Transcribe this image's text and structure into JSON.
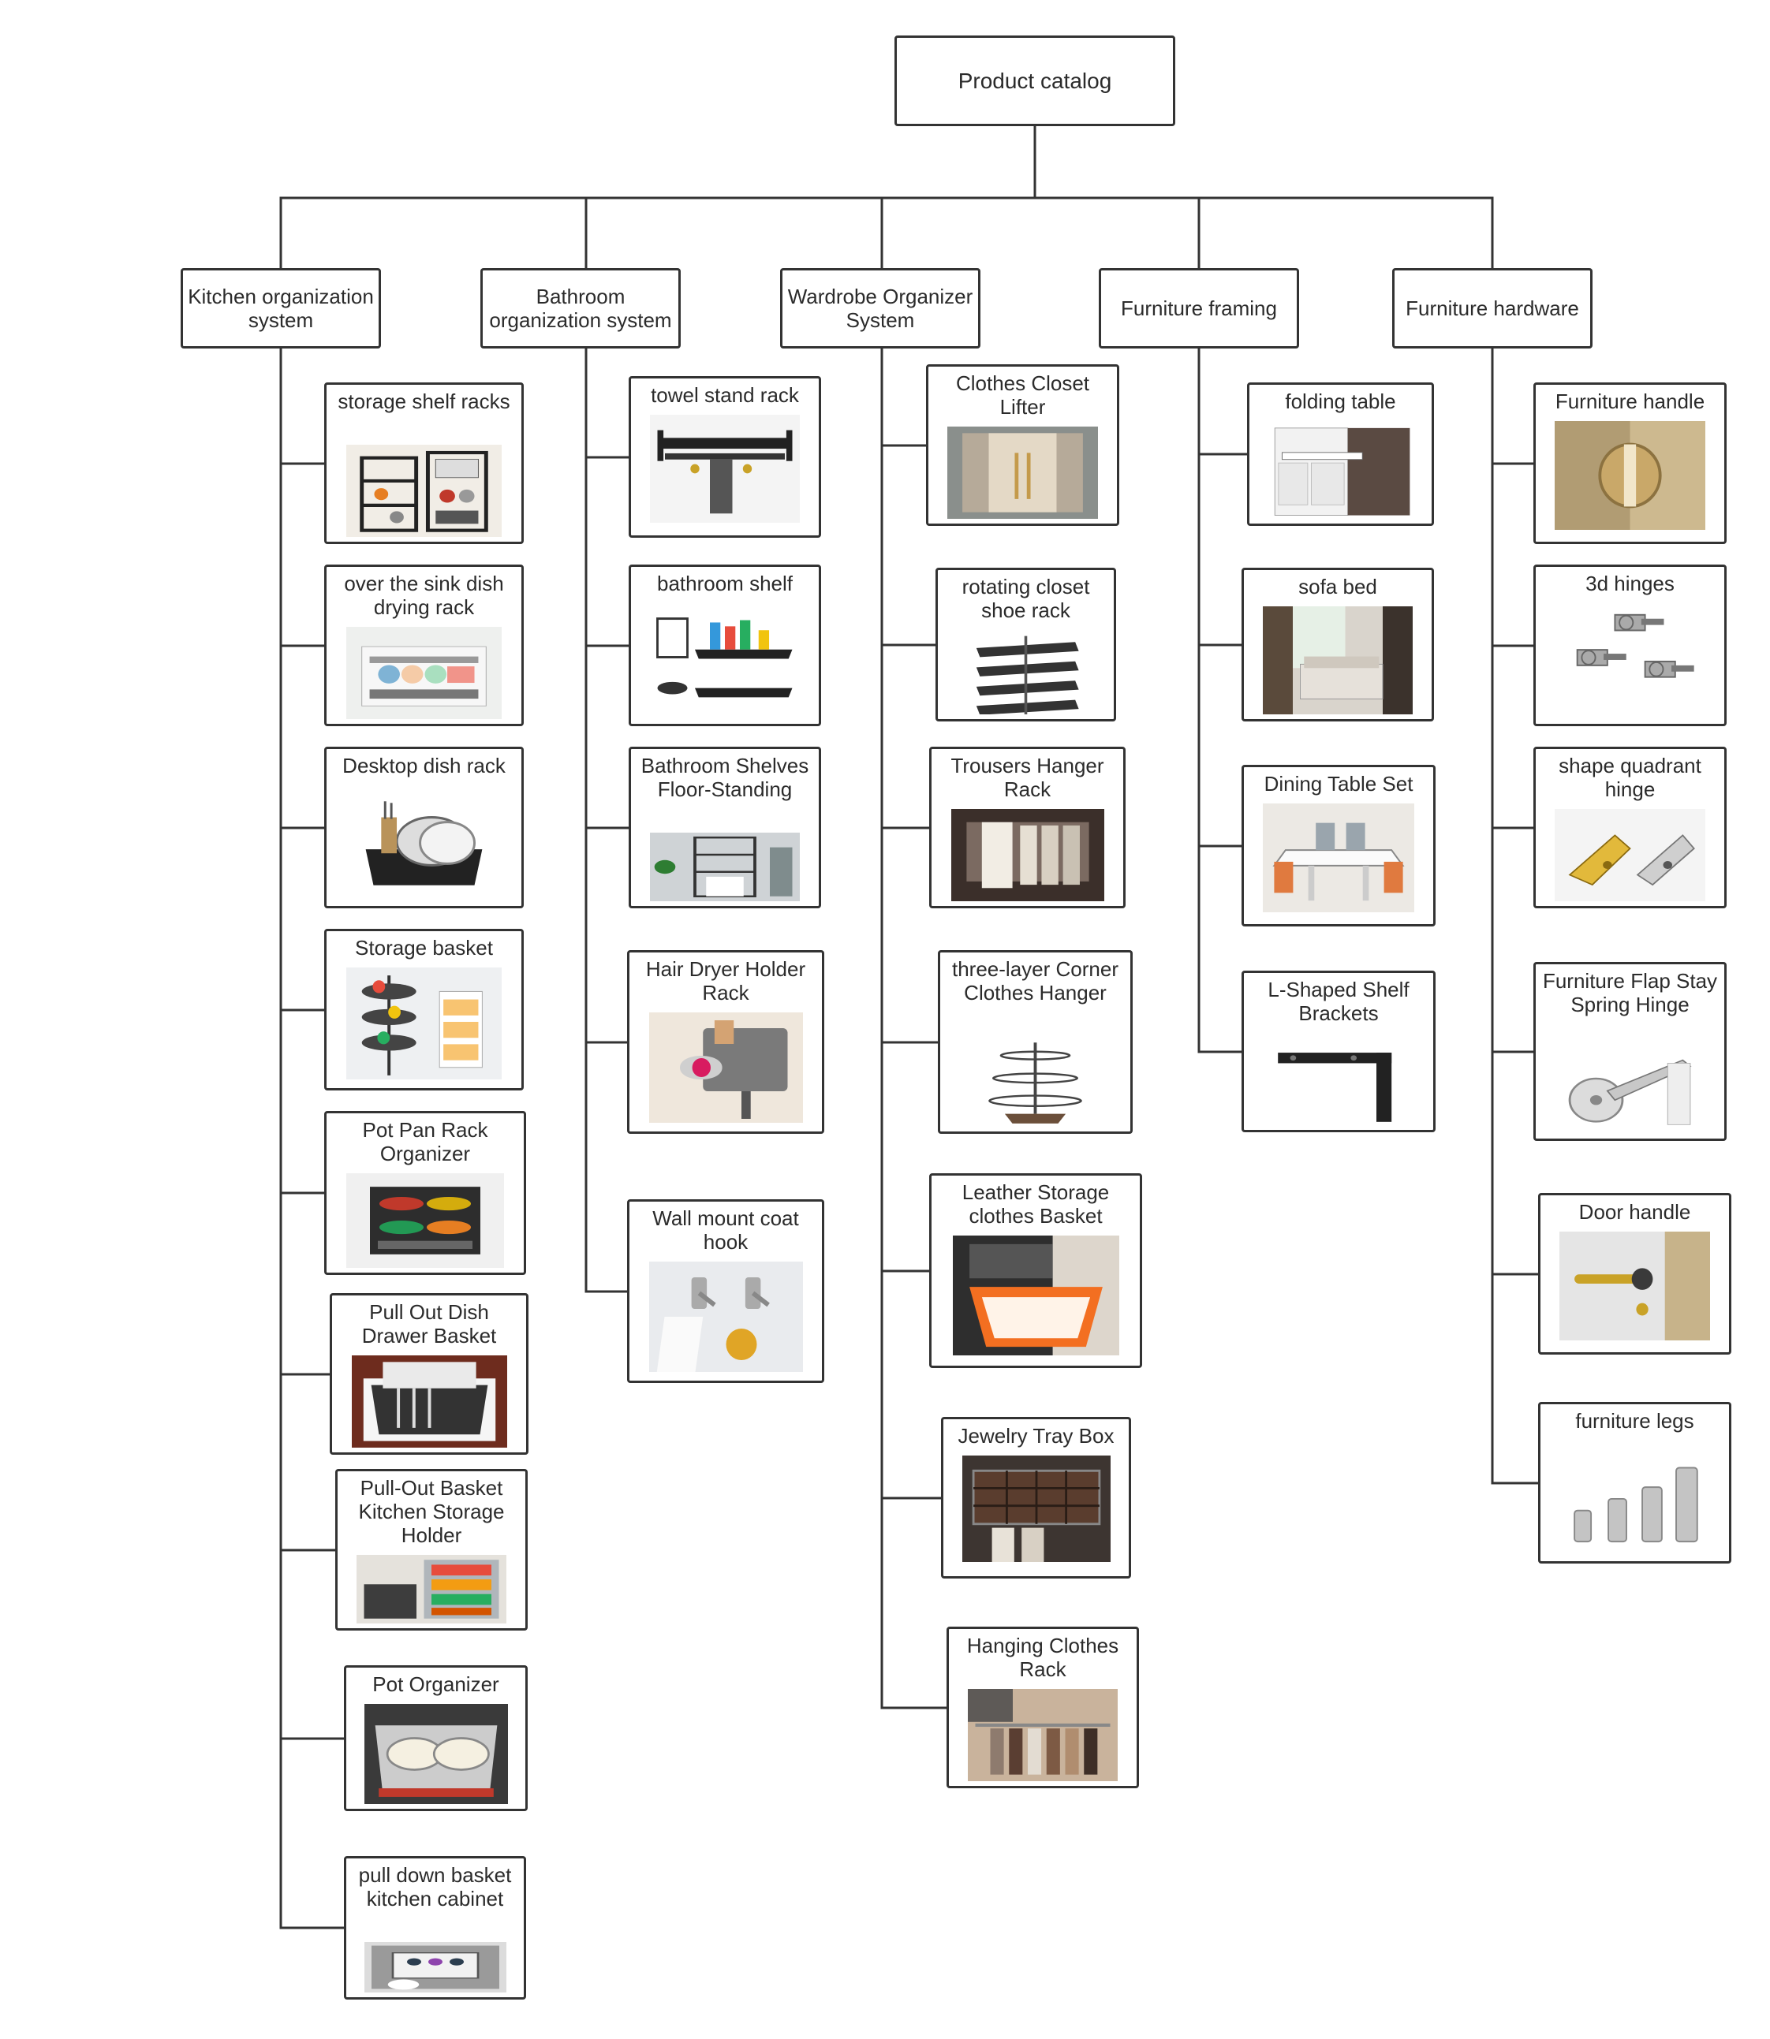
{
  "diagram": {
    "root": {
      "label": "Product catalog"
    },
    "categories": [
      {
        "id": "kitchen",
        "label": "Kitchen organization system",
        "items": [
          {
            "label": "storage shelf racks",
            "image": "storage-shelf-racks"
          },
          {
            "label": "over the sink dish drying rack",
            "image": "sink-dish-rack"
          },
          {
            "label": "Desktop dish rack",
            "image": "desktop-dish-rack"
          },
          {
            "label": "Storage basket",
            "image": "storage-basket"
          },
          {
            "label": "Pot Pan Rack Organizer",
            "image": "pot-pan-rack"
          },
          {
            "label": "Pull Out Dish Drawer Basket",
            "image": "pull-out-dish-drawer"
          },
          {
            "label": "Pull-Out Basket Kitchen Storage Holder",
            "image": "pull-out-basket-holder"
          },
          {
            "label": "Pot Organizer",
            "image": "pot-organizer"
          },
          {
            "label": "pull down basket kitchen cabinet",
            "image": "pull-down-basket"
          }
        ]
      },
      {
        "id": "bathroom",
        "label": "Bathroom organization system",
        "items": [
          {
            "label": "towel stand rack",
            "image": "towel-stand-rack"
          },
          {
            "label": "bathroom shelf",
            "image": "bathroom-shelf"
          },
          {
            "label": "Bathroom Shelves Floor-Standing",
            "image": "bathroom-shelves-floor"
          },
          {
            "label": "Hair Dryer Holder Rack",
            "image": "hair-dryer-holder"
          },
          {
            "label": "Wall mount coat hook",
            "image": "wall-coat-hook"
          }
        ]
      },
      {
        "id": "wardrobe",
        "label": "Wardrobe Organizer System",
        "items": [
          {
            "label": "Clothes Closet Lifter",
            "image": "closet-lifter"
          },
          {
            "label": "rotating closet shoe rack",
            "image": "rotating-shoe-rack"
          },
          {
            "label": "Trousers Hanger Rack",
            "image": "trousers-hanger"
          },
          {
            "label": "three-layer Corner Clothes Hanger",
            "image": "corner-clothes-hanger"
          },
          {
            "label": "Leather Storage clothes Basket",
            "image": "leather-storage-basket"
          },
          {
            "label": "Jewelry Tray Box",
            "image": "jewelry-tray"
          },
          {
            "label": "Hanging Clothes Rack",
            "image": "hanging-clothes-rack"
          }
        ]
      },
      {
        "id": "framing",
        "label": "Furniture framing",
        "items": [
          {
            "label": "folding table",
            "image": "folding-table"
          },
          {
            "label": "sofa bed",
            "image": "sofa-bed"
          },
          {
            "label": "Dining Table Set",
            "image": "dining-table"
          },
          {
            "label": "L-Shaped  Shelf Brackets",
            "image": "shelf-brackets"
          }
        ]
      },
      {
        "id": "hardware",
        "label": "Furniture hardware",
        "items": [
          {
            "label": "Furniture handle",
            "image": "furniture-handle"
          },
          {
            "label": "3d hinges",
            "image": "3d-hinges"
          },
          {
            "label": "shape quadrant hinge",
            "image": "quadrant-hinge"
          },
          {
            "label": "Furniture Flap Stay Spring Hinge",
            "image": "flap-stay-hinge"
          },
          {
            "label": "Door handle",
            "image": "door-handle"
          },
          {
            "label": "furniture legs",
            "image": "furniture-legs"
          }
        ]
      }
    ]
  },
  "colors": {
    "line": "#333333",
    "border": "#333333",
    "text": "#2b2b2b",
    "background": "#ffffff"
  }
}
